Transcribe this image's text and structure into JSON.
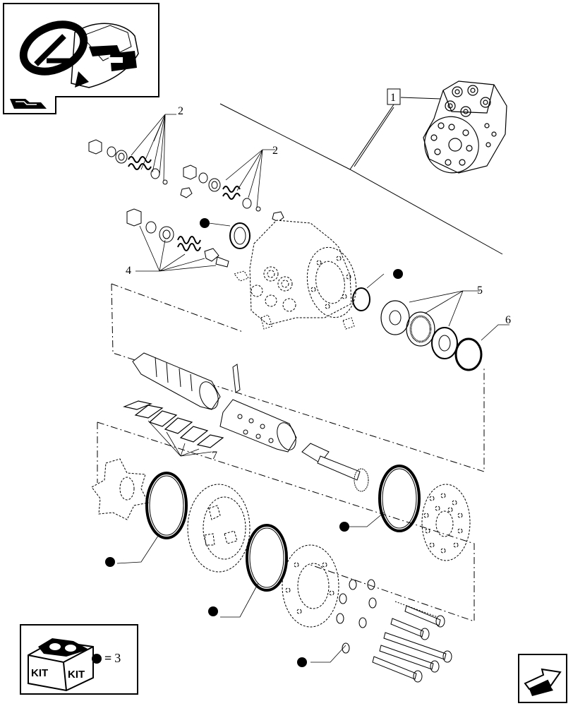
{
  "callouts": {
    "c1": "1",
    "c2a": "2",
    "c2b": "2",
    "c4": "4",
    "c5": "5",
    "c6": "6",
    "c7": "7"
  },
  "kit": {
    "badge_left": "KIT",
    "badge_right": "KIT",
    "legend_eq": "=",
    "legend_value": "3"
  },
  "icons": {
    "thumbnail": "tractor-steering-wheel-thumbnail-icon",
    "book": "book-pages-icon",
    "next": "next-page-arrow-icon",
    "kit": "kit-boxes-icon"
  }
}
